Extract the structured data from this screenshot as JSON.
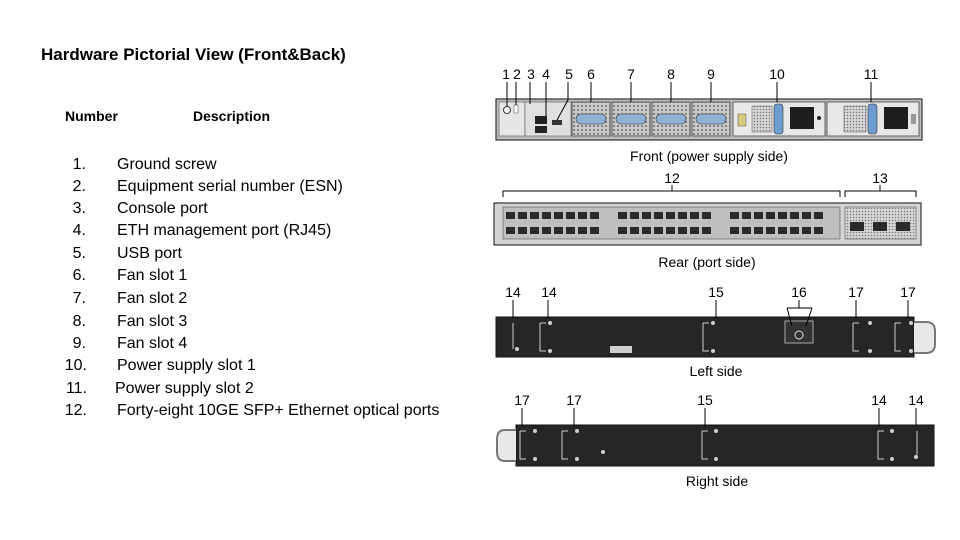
{
  "title": "Hardware Pictorial View (Front&Back)",
  "table_header": {
    "number": "Number",
    "description": "Description"
  },
  "items": [
    {
      "num": "1.",
      "desc": "Ground screw"
    },
    {
      "num": "2.",
      "desc": "Equipment serial number (ESN)"
    },
    {
      "num": "3.",
      "desc": "Console port"
    },
    {
      "num": "4.",
      "desc": "ETH management port (RJ45)"
    },
    {
      "num": "5.",
      "desc": "USB port"
    },
    {
      "num": "6.",
      "desc": "Fan slot 1"
    },
    {
      "num": "7.",
      "desc": "Fan slot 2"
    },
    {
      "num": "8.",
      "desc": "Fan slot 3"
    },
    {
      "num": "9.",
      "desc": "Fan slot 4"
    },
    {
      "num": "10.",
      "desc": "Power supply slot 1"
    },
    {
      "num": "11.",
      "desc": "Power supply slot 2"
    },
    {
      "num": "12.",
      "desc": "Forty-eight 10GE SFP+ Ethernet optical ports"
    }
  ],
  "views": {
    "front": {
      "caption": "Front (power supply side)",
      "callouts": [
        "1",
        "2",
        "3",
        "4",
        "5",
        "6",
        "7",
        "8",
        "9",
        "10",
        "11"
      ]
    },
    "rear": {
      "caption": "Rear (port side)",
      "callouts": [
        "12",
        "13"
      ]
    },
    "left": {
      "caption": "Left side",
      "callouts": [
        "14",
        "14",
        "15",
        "16",
        "17",
        "17"
      ]
    },
    "right": {
      "caption": "Right side",
      "callouts": [
        "17",
        "17",
        "15",
        "14",
        "14"
      ]
    }
  }
}
